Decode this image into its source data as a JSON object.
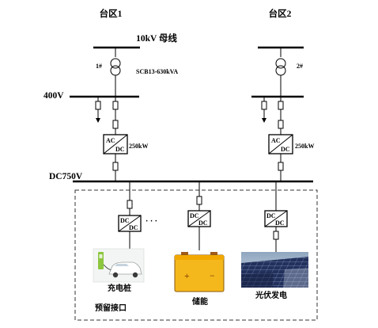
{
  "zones": {
    "zone1": {
      "title": "台区1",
      "transformer_id": "1#",
      "transformer_model": "SCB13-630kVA",
      "converter_power": "250kW"
    },
    "zone2": {
      "title": "台区2",
      "transformer_id": "2#",
      "converter_power": "250kW"
    }
  },
  "buses": {
    "hv": "10kV 母线",
    "lv": "400V",
    "dc": "DC750V"
  },
  "converters": {
    "ac_dc": {
      "top": "AC",
      "bottom": "DC"
    },
    "dc_dc": {
      "top": "DC",
      "bottom": "DC"
    }
  },
  "loads": {
    "charging_pile": "充电桩",
    "storage": "储能",
    "pv": "光伏发电",
    "reserved": "预留接口",
    "ellipsis": "· · ·"
  },
  "storage_battery": {
    "plus": "+",
    "minus": "−"
  },
  "colors": {
    "line": "#000000",
    "battery_body": "#f5b81c",
    "battery_terminal": "#a05a1a",
    "pv_panel": "#1d2a55",
    "ev_green": "#8cc63f"
  }
}
